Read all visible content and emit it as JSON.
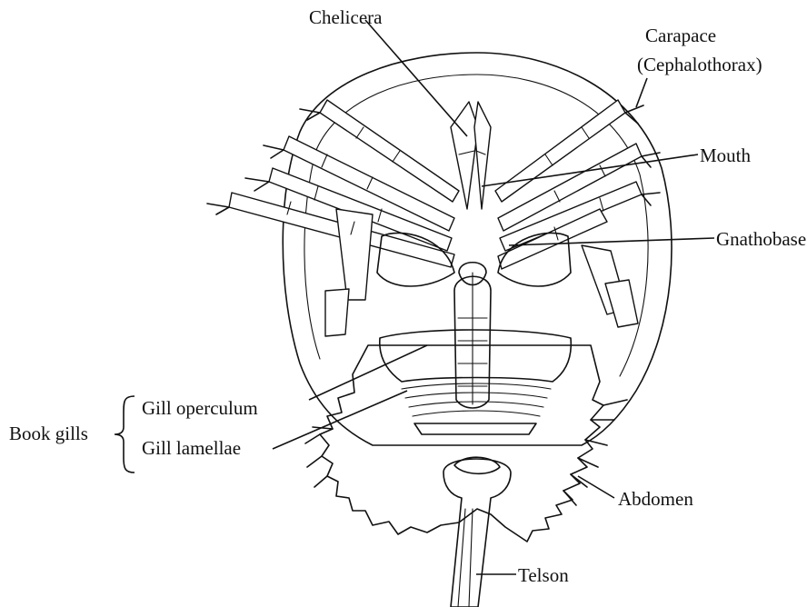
{
  "labels": {
    "chelicera": "Chelicera",
    "carapace": "Carapace",
    "cephalothorax": "(Cephalothorax)",
    "mouth": "Mouth",
    "gnathobase": "Gnathobase",
    "gill_operculum": "Gill operculum",
    "gill_lamellae": "Gill lamellae",
    "book_gills": "Book gills",
    "abdomen": "Abdomen",
    "telson": "Telson"
  }
}
